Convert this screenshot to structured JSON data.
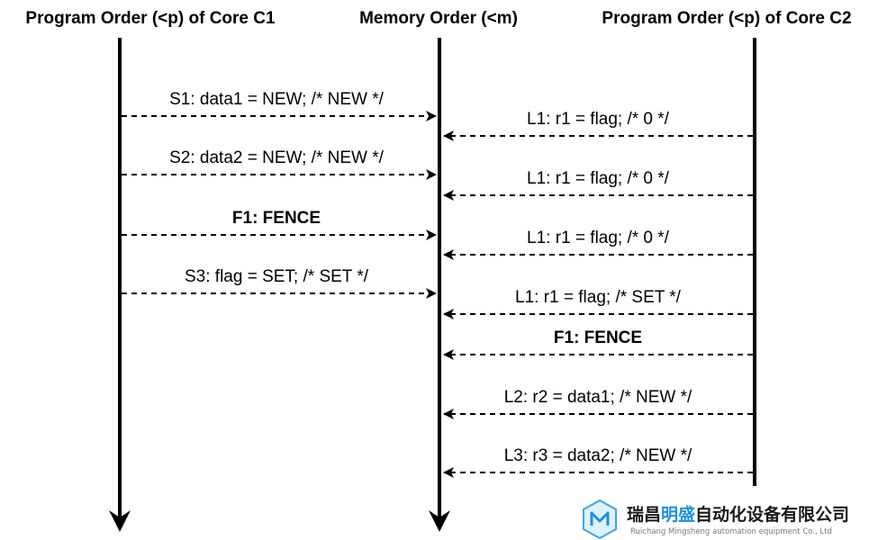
{
  "headers": {
    "core_c1": "Program Order (<p) of Core C1",
    "memory": "Memory Order (<m)",
    "core_c2": "Program Order (<p) of Core C2"
  },
  "c1_ops": [
    {
      "label": "S1: data1 = NEW; /* NEW */",
      "bold": false
    },
    {
      "label": "S2: data2 = NEW; /* NEW */",
      "bold": false
    },
    {
      "label": "F1: FENCE",
      "bold": true
    },
    {
      "label": "S3: flag = SET; /* SET */",
      "bold": false
    }
  ],
  "c2_ops": [
    {
      "label": "L1: r1 = flag; /* 0 */",
      "bold": false
    },
    {
      "label": "L1: r1 = flag; /* 0 */",
      "bold": false
    },
    {
      "label": "L1: r1 = flag; /* 0 */",
      "bold": false
    },
    {
      "label": "L1: r1 = flag; /* SET */",
      "bold": false
    },
    {
      "label": "F1: FENCE",
      "bold": true
    },
    {
      "label": "L2: r2 = data1; /* NEW */",
      "bold": false
    },
    {
      "label": "L3: r3 = data2; /* NEW */",
      "bold": false
    }
  ],
  "watermark": {
    "company_cn_part1": "瑞昌",
    "company_cn_accent": "明盛",
    "company_cn_part2": "自动化设备有限公司",
    "company_en": "Ruichang Mingsheng automation equipment Co., Ltd",
    "accent_color": "#1f8fe0"
  }
}
